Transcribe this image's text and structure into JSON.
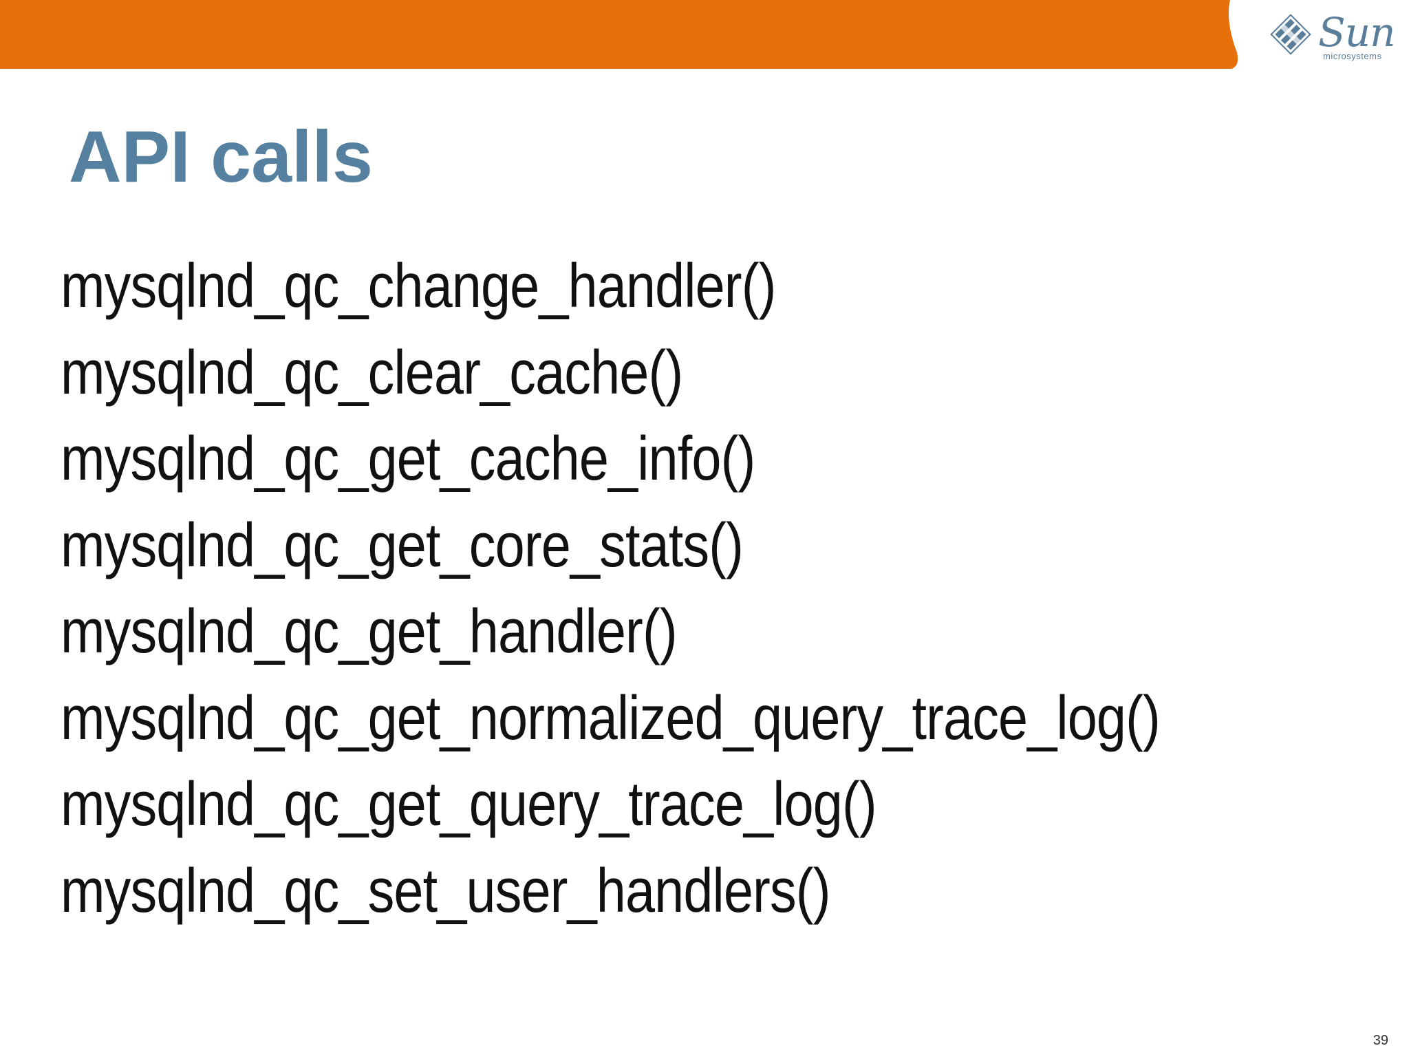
{
  "header": {
    "band_color": "#E8700A",
    "logo": {
      "icon": "sun-logo-icon",
      "word": "Sun",
      "subtitle": "microsystems",
      "color": "#5A7D9A"
    }
  },
  "slide": {
    "title": "API calls",
    "title_color": "#56809F",
    "api_calls": [
      "mysqlnd_qc_change_handler()",
      "mysqlnd_qc_clear_cache()",
      "mysqlnd_qc_get_cache_info()",
      "mysqlnd_qc_get_core_stats()",
      "mysqlnd_qc_get_handler()",
      "mysqlnd_qc_get_normalized_query_trace_log()",
      "mysqlnd_qc_get_query_trace_log()",
      "mysqlnd_qc_set_user_handlers()"
    ],
    "page_number": "39"
  }
}
